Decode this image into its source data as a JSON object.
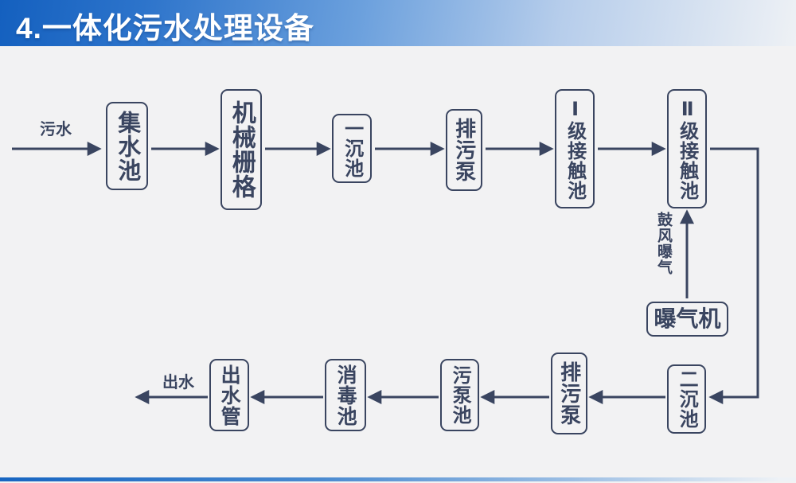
{
  "slide": {
    "title": "4.一体化污水处理设备",
    "accent_color": "#1460bf",
    "ink_color": "#3a4560",
    "background_color": "#f2f2f3"
  },
  "flowchart": {
    "inflow_label": "污水",
    "outflow_label": "出水",
    "aeration_flow_label": "鼓风曝气",
    "top_row": [
      {
        "label": "集水池"
      },
      {
        "label": "机械栅格"
      },
      {
        "label": "一沉池"
      },
      {
        "label": "排污泵"
      },
      {
        "label": "Ⅰ级接触池"
      },
      {
        "label": "Ⅱ级接触池"
      }
    ],
    "bottom_row": [
      {
        "label": "二沉池"
      },
      {
        "label": "排污泵"
      },
      {
        "label": "污泵池"
      },
      {
        "label": "消毒池"
      },
      {
        "label": "出水管"
      }
    ],
    "aerator": {
      "label": "曝气机"
    }
  }
}
